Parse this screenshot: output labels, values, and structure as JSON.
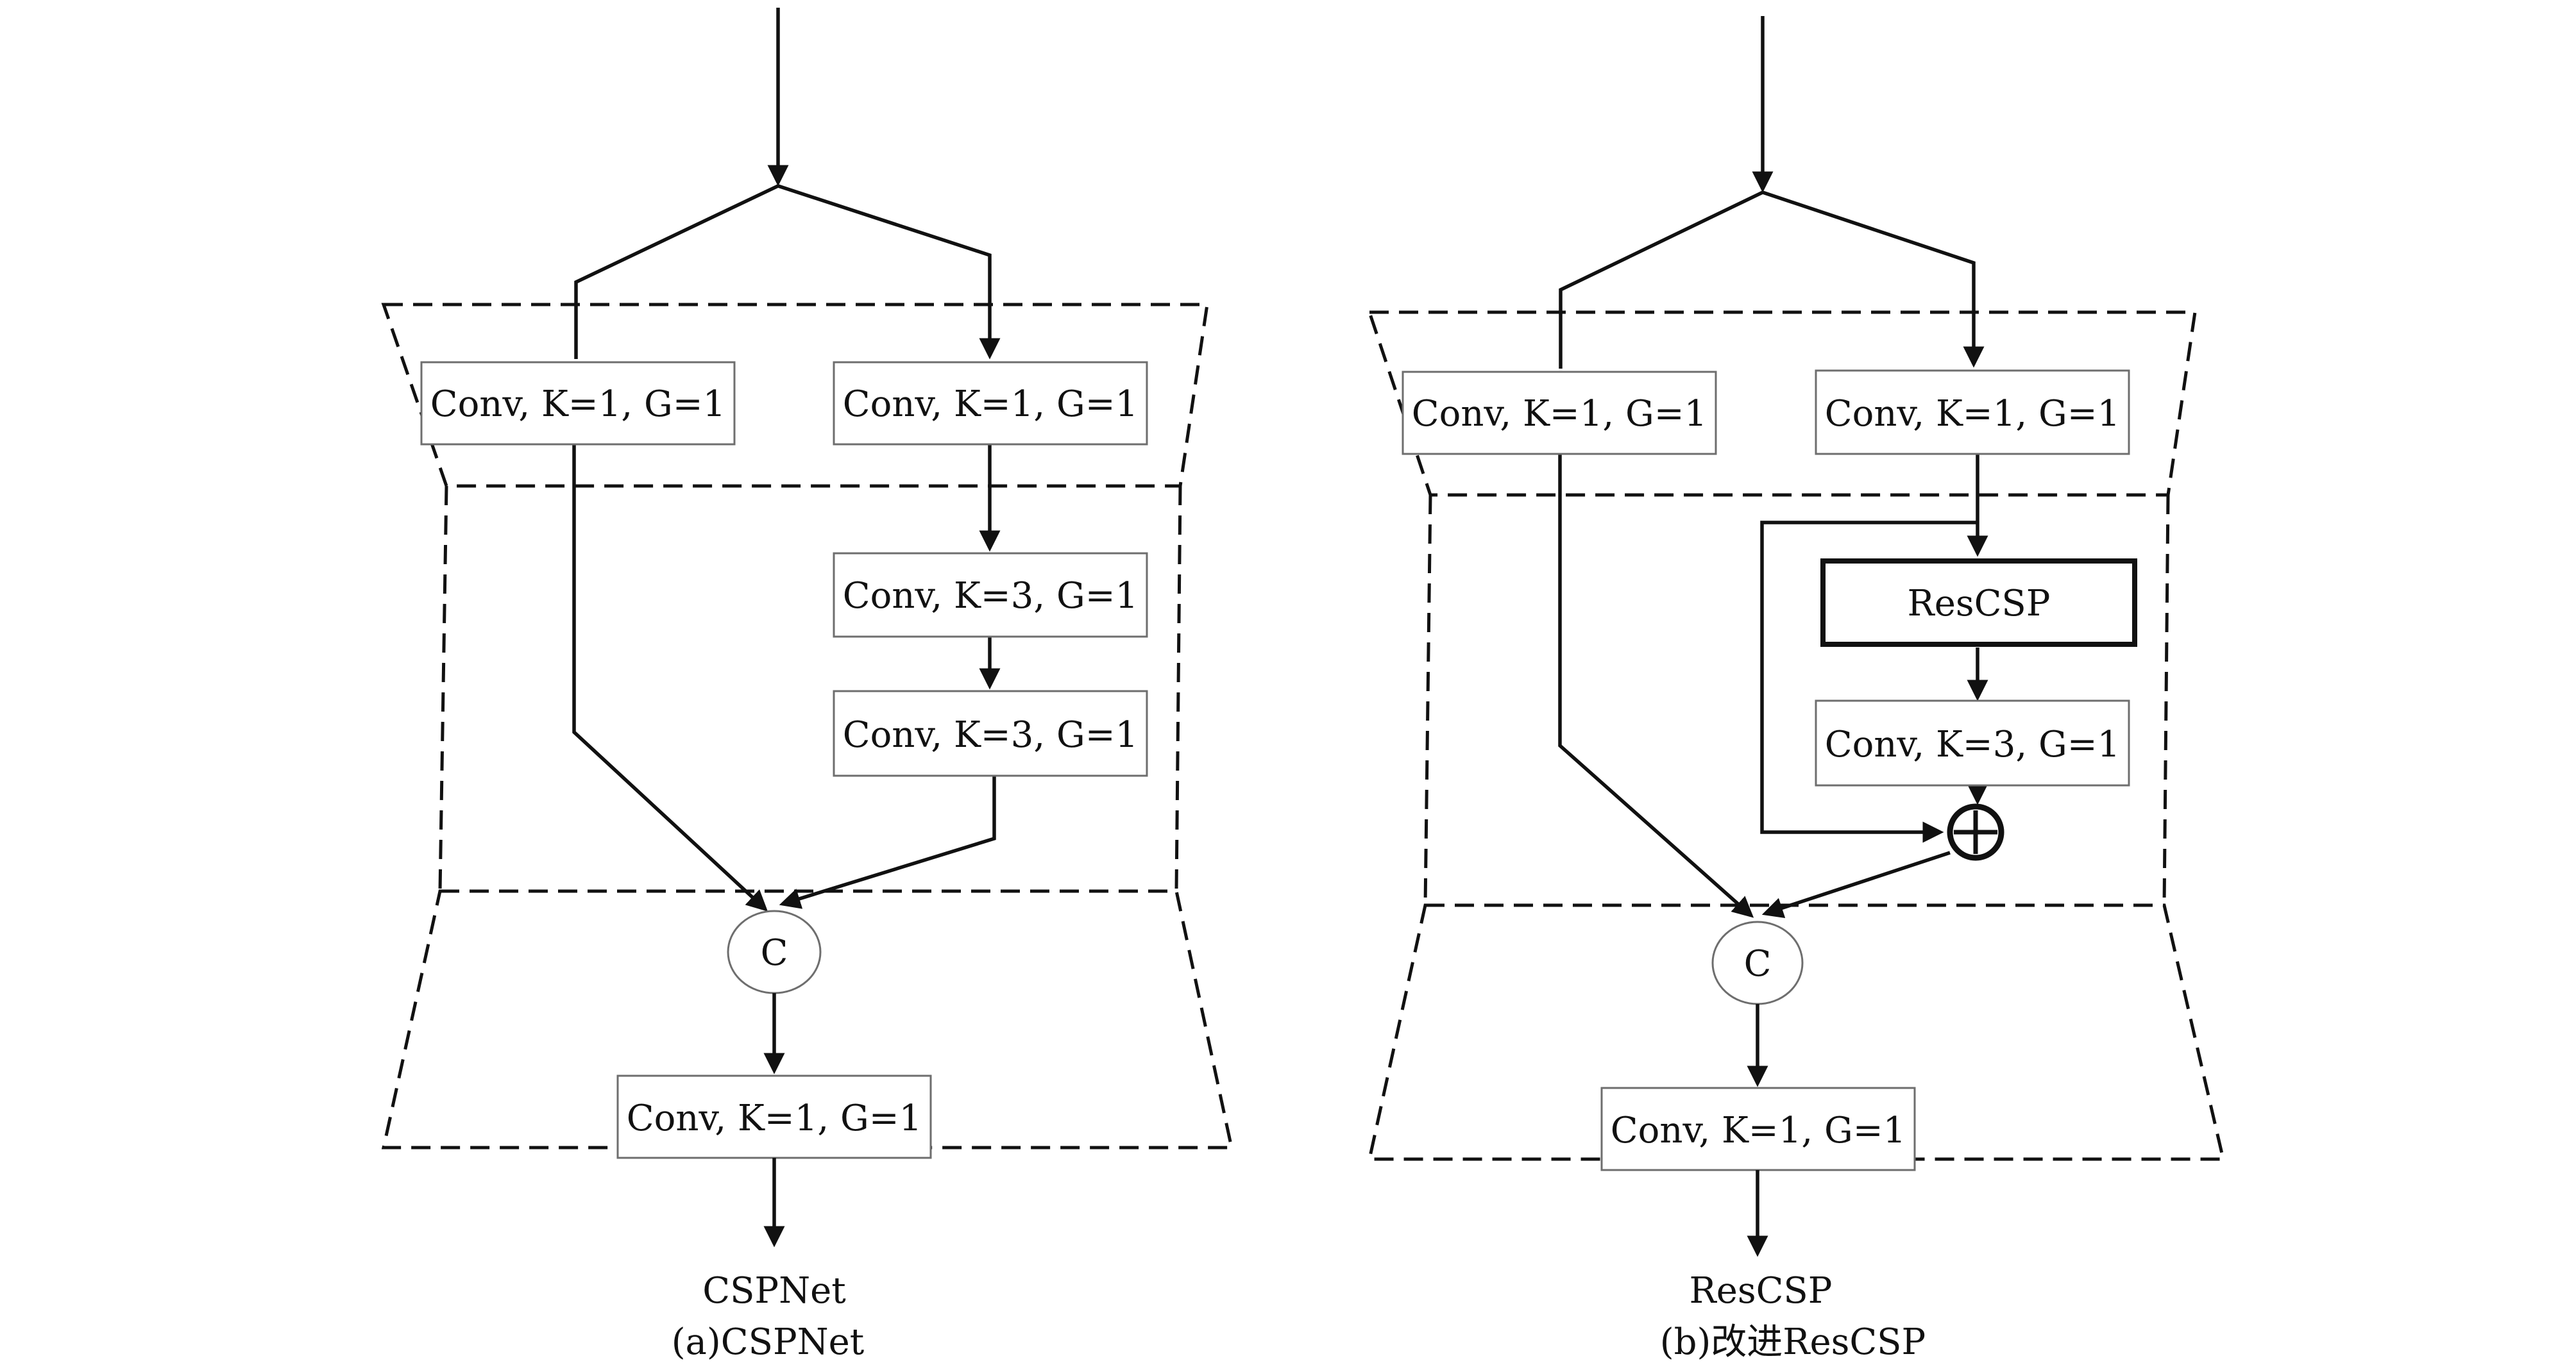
{
  "panel_a": {
    "box1": "Conv, K=1, G=1",
    "box2": "Conv, K=1, G=1",
    "box3": "Conv, K=3, G=1",
    "box4": "Conv, K=3, G=1",
    "concat": "C",
    "box_out": "Conv, K=1, G=1",
    "output_label": "CSPNet",
    "caption": "(a)CSPNet"
  },
  "panel_b": {
    "box1": "Conv, K=1, G=1",
    "box2": "Conv, K=1, G=1",
    "rescsp_block": "ResCSP",
    "box3": "Conv, K=3, G=1",
    "concat": "C",
    "box_out": "Conv, K=1, G=1",
    "output_label": "ResCSP",
    "caption": "(b)改进ResCSP"
  }
}
